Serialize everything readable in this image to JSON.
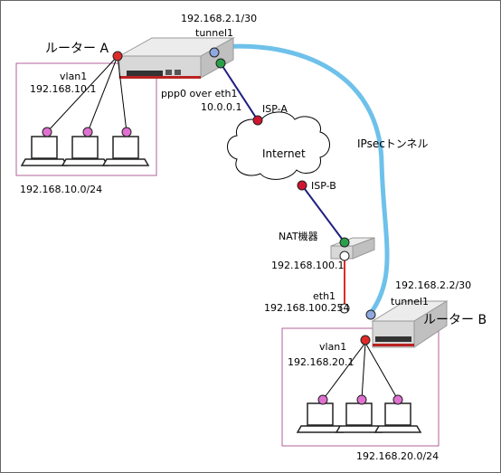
{
  "router_a": {
    "name": "ルーター A",
    "tunnel_ip": "192.168.2.1/30",
    "tunnel_if": "tunnel1",
    "vlan_if": "vlan1",
    "vlan_ip": "192.168.10.1",
    "wan_if": "ppp0 over eth1",
    "wan_ip": "10.0.0.1",
    "lan_network": "192.168.10.0/24"
  },
  "router_b": {
    "name": "ルーター B",
    "tunnel_ip": "192.168.2.2/30",
    "tunnel_if": "tunnel1",
    "wan_if": "eth1",
    "wan_ip": "192.168.100.254",
    "vlan_if": "vlan1",
    "vlan_ip": "192.168.20.1",
    "lan_network": "192.168.20.0/24"
  },
  "isp_a": "ISP-A",
  "isp_b": "ISP-B",
  "internet": "Internet",
  "ipsec": "IPsecトンネル",
  "nat": {
    "name": "NAT機器",
    "ip": "192.168.100.1"
  },
  "colors": {
    "router_port": "#e02a2a",
    "wan_port": "#2aa04a",
    "tunnel_port": "#8fa8e0",
    "nat_lan_port": "#ffffff",
    "pc_port": "#e070d0",
    "ipsec_tunnel": "#6ec1ea",
    "wan_link": "#202080",
    "nat_link": "#e02a2a",
    "lan_box": "#b0609a",
    "isp_dot": "#d01530"
  }
}
